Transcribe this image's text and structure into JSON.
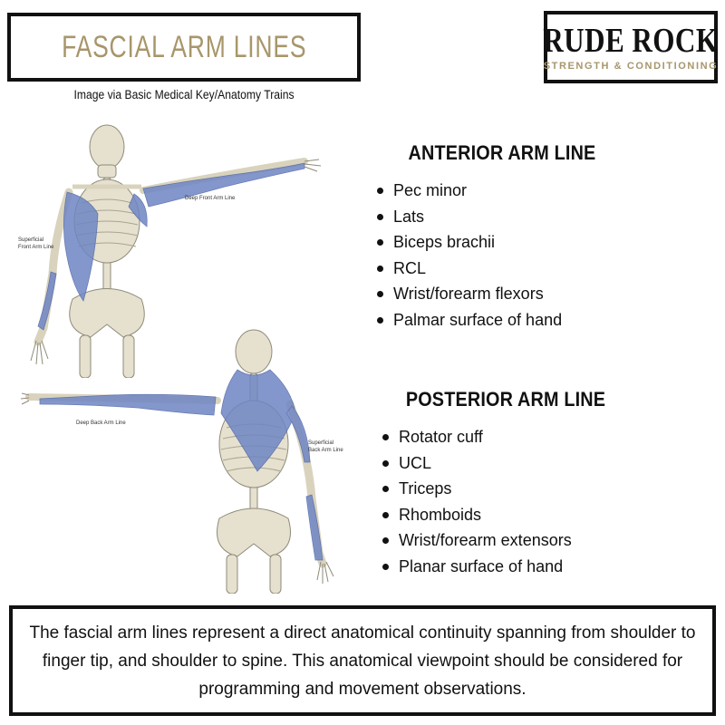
{
  "header": {
    "title": "FASCIAL ARM LINES",
    "credit": "Image via Basic Medical Key/Anatomy Trains"
  },
  "logo": {
    "name": "RUDE ROCK",
    "tagline": "STRENGTH & CONDITIONING"
  },
  "illustration": {
    "front_labels": {
      "deep": "Deep Front Arm Line",
      "superficial_1": "Superficial",
      "superficial_2": "Front Arm Line"
    },
    "back_labels": {
      "deep": "Deep Back Arm Line",
      "superficial_1": "Superficial",
      "superficial_2": "Back Arm Line"
    }
  },
  "anterior": {
    "heading": "ANTERIOR ARM LINE",
    "items": [
      "Pec minor",
      "Lats",
      "Biceps brachii",
      "RCL",
      "Wrist/forearm flexors",
      "Palmar surface of hand"
    ]
  },
  "posterior": {
    "heading": "POSTERIOR ARM LINE",
    "items": [
      "Rotator cuff",
      "UCL",
      "Triceps",
      "Rhomboids",
      "Wrist/forearm extensors",
      "Planar surface of hand"
    ]
  },
  "summary": {
    "text": "The fascial arm lines represent a direct anatomical continuity spanning from shoulder to finger tip, and shoulder to spine. This anatomical viewpoint should be considered for programming and movement observations."
  },
  "colors": {
    "accent_gold": "#a8966b",
    "muscle_blue": "#6f86c4",
    "bone": "#e6e1cf",
    "border": "#111111"
  }
}
